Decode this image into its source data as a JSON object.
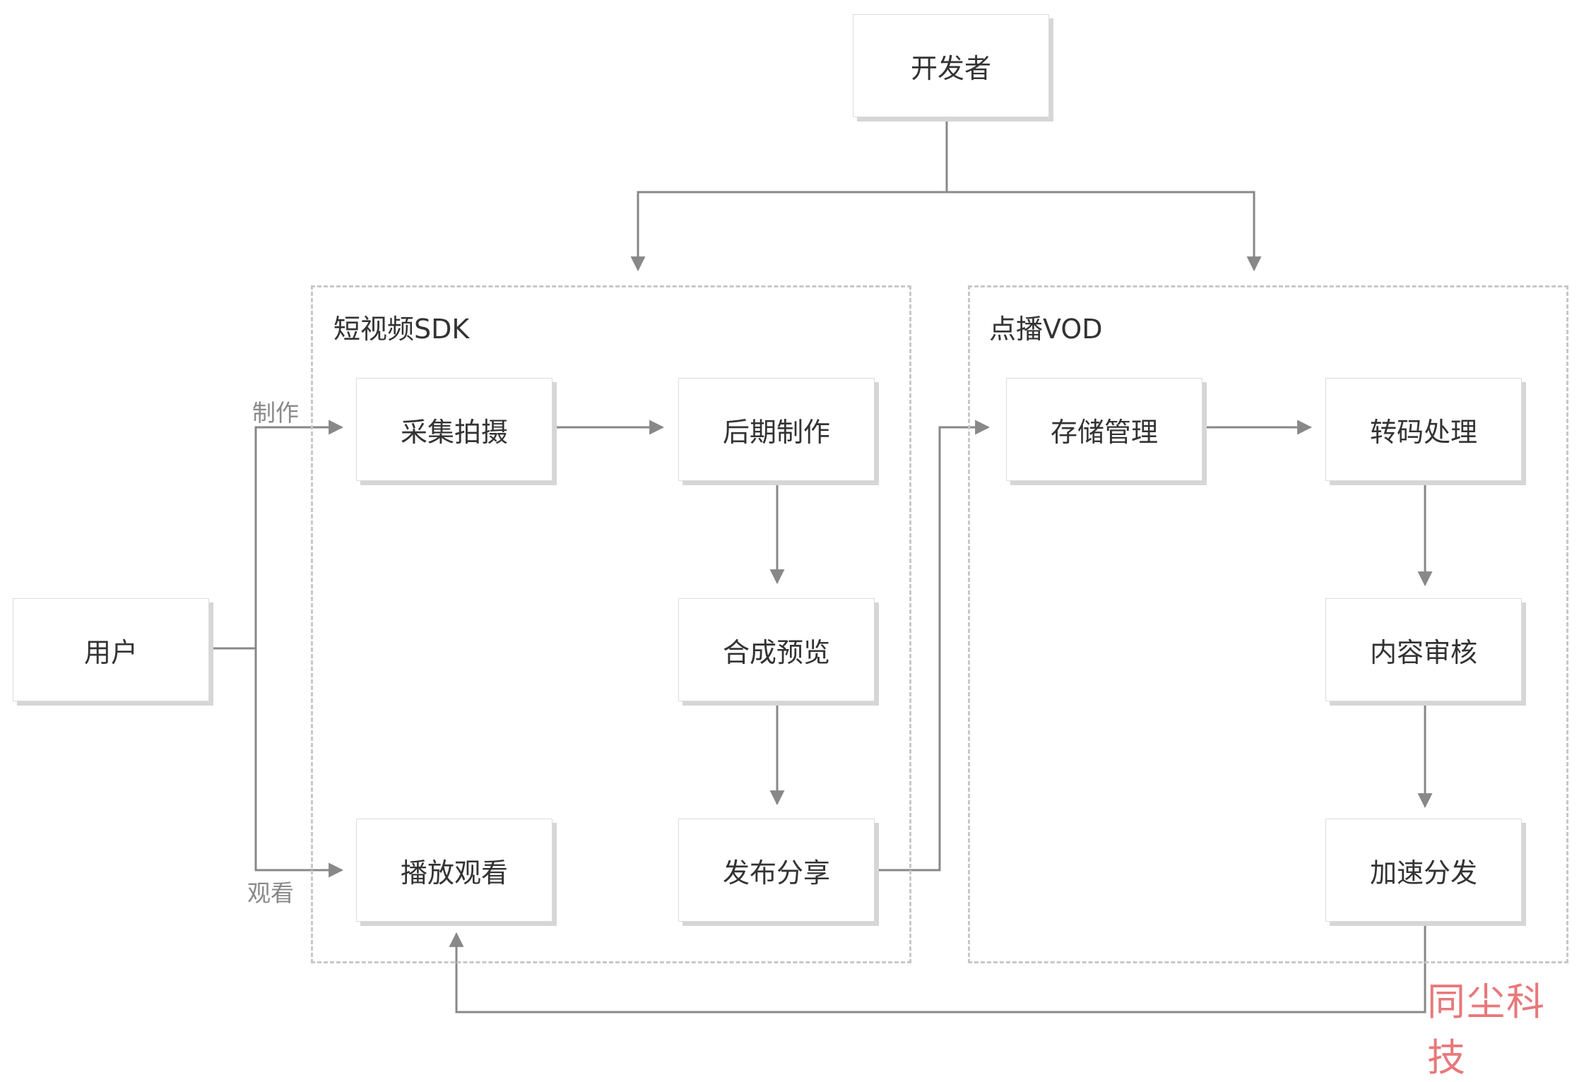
{
  "nodes": {
    "developer": "开发者",
    "user": "用户",
    "capture": "采集拍摄",
    "post_production": "后期制作",
    "compose_preview": "合成预览",
    "publish_share": "发布分享",
    "playback": "播放观看",
    "storage": "存储管理",
    "transcode": "转码处理",
    "review": "内容审核",
    "cdn": "加速分发"
  },
  "groups": {
    "sdk": "短视频SDK",
    "vod": "点播VOD"
  },
  "edge_labels": {
    "make": "制作",
    "watch": "观看"
  },
  "watermark": "同尘科技",
  "colors": {
    "line": "#888888",
    "box_border": "#dcdcdc",
    "box_shadow": "#d6d6d6",
    "group_border": "#c8c8c8",
    "watermark": "#e8787b"
  }
}
